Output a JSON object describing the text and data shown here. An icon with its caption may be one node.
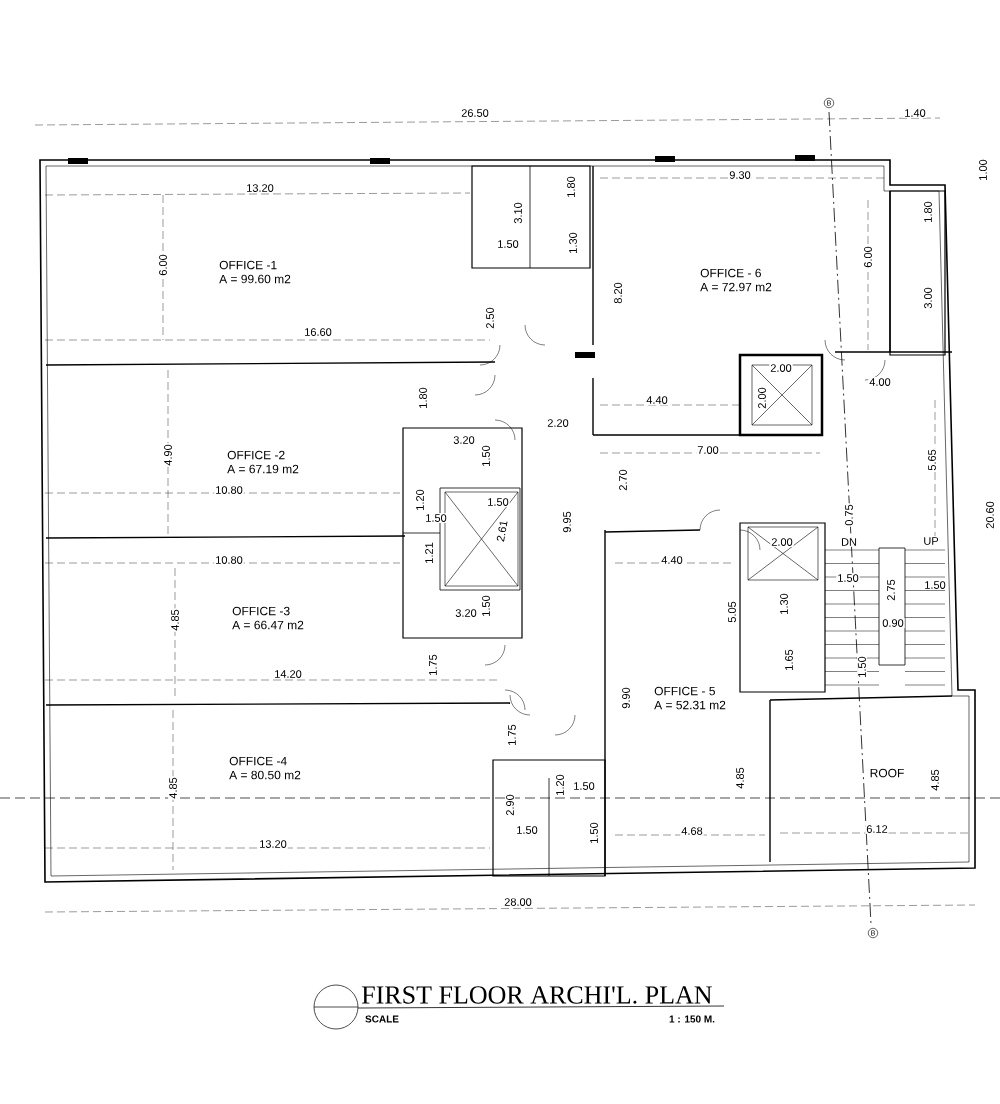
{
  "diagram": {
    "title": "FIRST FLOOR ARCHI'L. PLAN",
    "nodes": [
      {
        "text": [
          "OFFICE -1",
          "A = 99.60 m2"
        ]
      },
      {
        "text": [
          "OFFICE - 6",
          "A = 72.97 m2"
        ]
      },
      {
        "text": [
          "OFFICE -2",
          "A = 67.19 m2"
        ]
      },
      {
        "text": [
          "OFFICE -3",
          "A = 66.47 m2"
        ]
      },
      {
        "text": [
          "OFFICE - 5",
          "A = 52.31 m2"
        ]
      },
      {
        "text": [
          "OFFICE -4",
          "A = 80.50 m2"
        ]
      },
      {
        "text": [
          "ROOF"
        ]
      }
    ],
    "edges": [],
    "labels": [
      "26.50",
      "1.40",
      "1.00",
      "13.20",
      "9.30",
      "3.10",
      "1.80",
      "1.80",
      "1.50",
      "1.30",
      "6.00",
      "6.00",
      "8.20",
      "3.00",
      "2.50",
      "16.60",
      "2.00",
      "2.00",
      "4.00",
      "1.80",
      "4.40",
      "2.20",
      "3.20",
      "4.90",
      "1.50",
      "7.00",
      "5.65",
      "1.50",
      "2.70",
      "10.80",
      "1.20",
      "1.50",
      "2.61",
      "9.95",
      "0.75",
      "DN",
      "UP",
      "4.40",
      "2.00",
      "10.80",
      "1.21",
      "1.50",
      "1.50",
      "2.75",
      "4.85",
      "3.20",
      "1.50",
      "5.05",
      "1.30",
      "0.90",
      "1.75",
      "14.20",
      "1.65",
      "1.50",
      "9.90",
      "1.75",
      "4.85",
      "1.20",
      "1.50",
      "4.85",
      "4.85",
      "2.90",
      "1.50",
      "1.50",
      "13.20",
      "4.68",
      "6.12",
      "28.00",
      "20.60",
      "B",
      "B",
      "SCALE",
      "1 : 150 M."
    ]
  }
}
